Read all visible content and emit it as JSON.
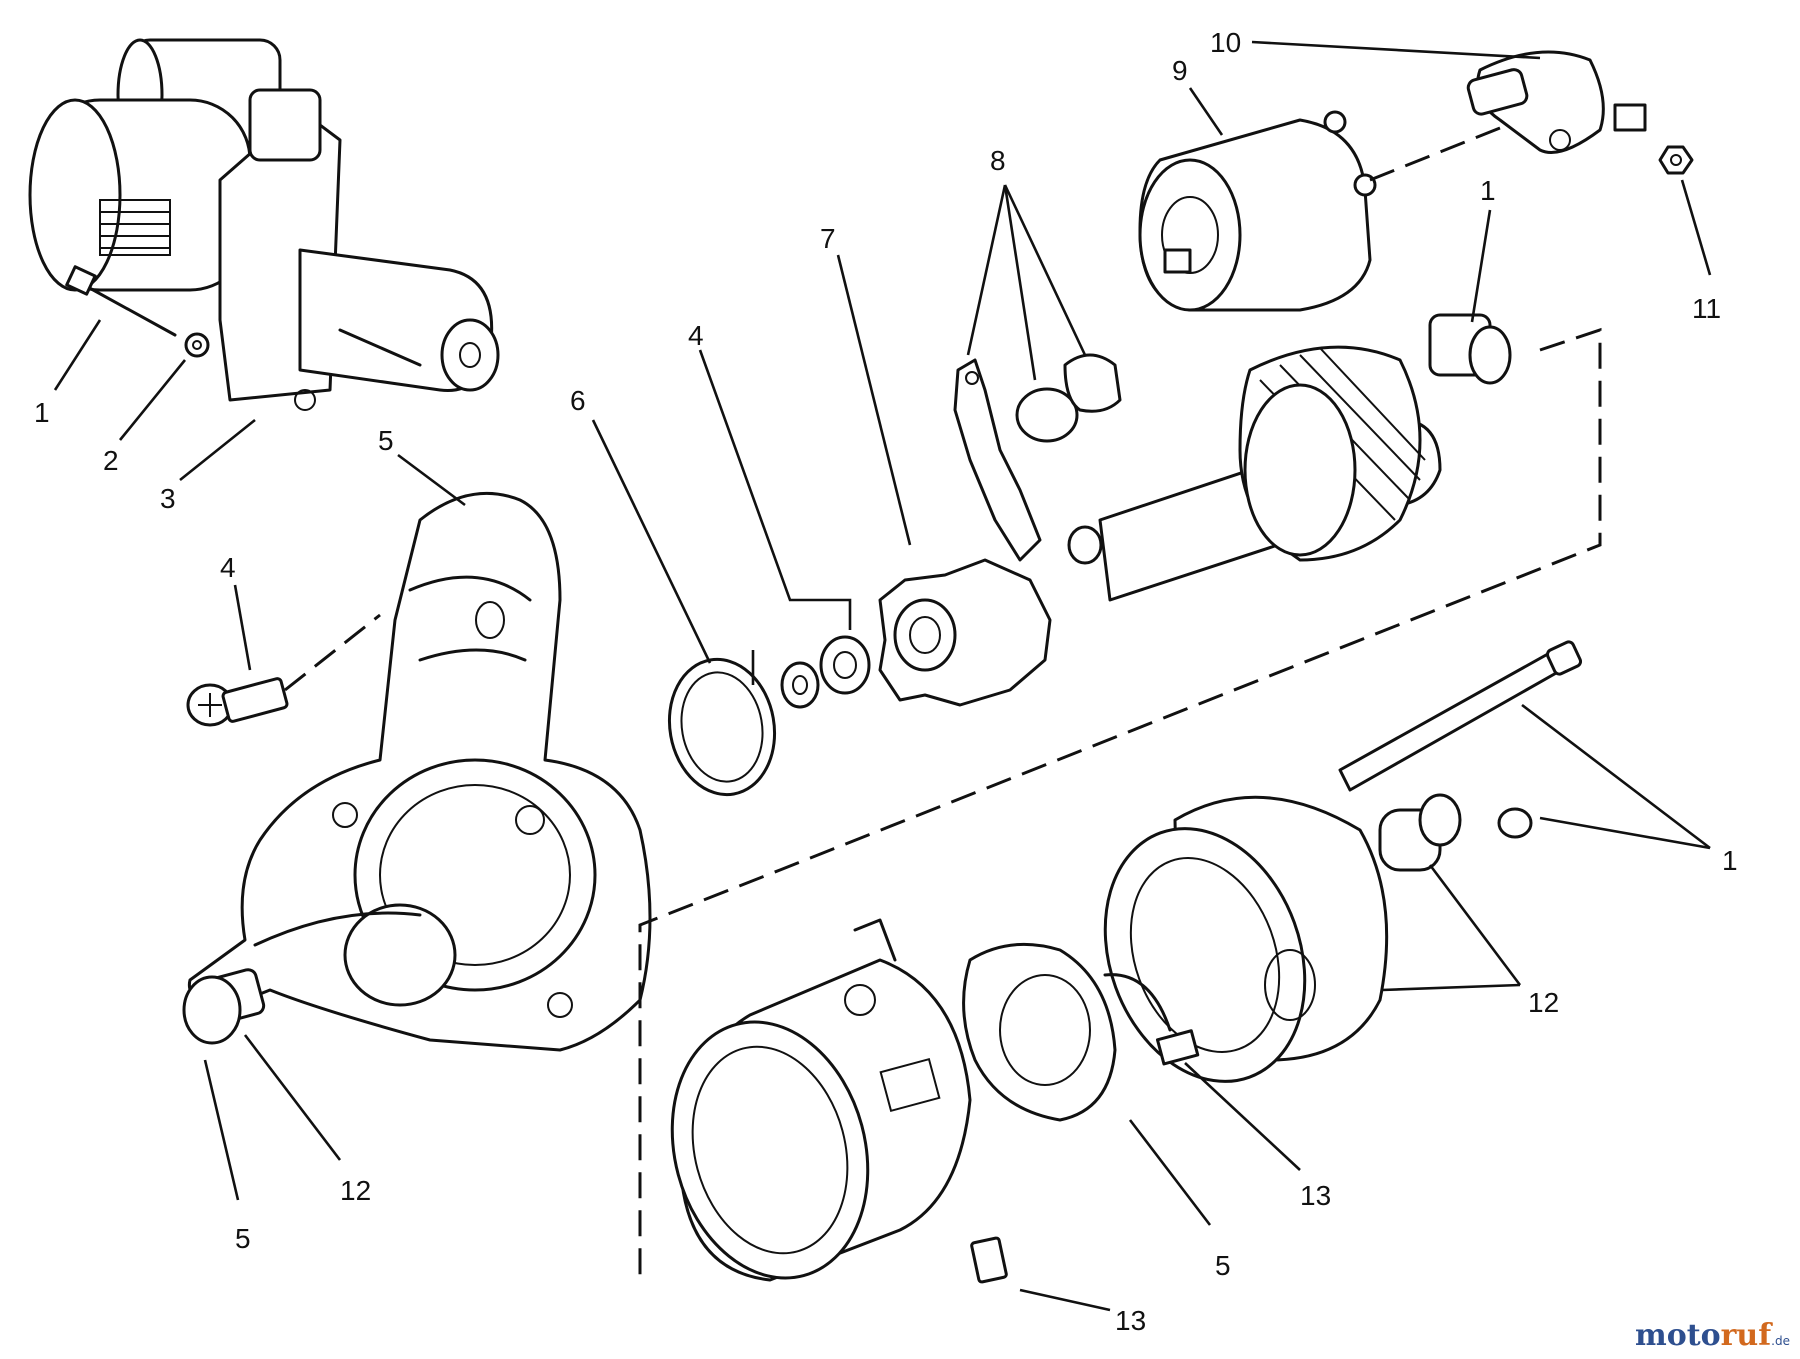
{
  "callouts": [
    {
      "id": "c1a",
      "text": "1"
    },
    {
      "id": "c2",
      "text": "2"
    },
    {
      "id": "c3",
      "text": "3"
    },
    {
      "id": "c5a",
      "text": "5"
    },
    {
      "id": "c4a",
      "text": "4"
    },
    {
      "id": "c6",
      "text": "6"
    },
    {
      "id": "c4b",
      "text": "4"
    },
    {
      "id": "c7",
      "text": "7"
    },
    {
      "id": "c8",
      "text": "8"
    },
    {
      "id": "c9",
      "text": "9"
    },
    {
      "id": "c10",
      "text": "10"
    },
    {
      "id": "c1b",
      "text": "1"
    },
    {
      "id": "c11",
      "text": "11"
    },
    {
      "id": "c1c",
      "text": "1"
    },
    {
      "id": "c12a",
      "text": "12"
    },
    {
      "id": "c13a",
      "text": "13"
    },
    {
      "id": "c5b",
      "text": "5"
    },
    {
      "id": "c12b",
      "text": "12"
    },
    {
      "id": "c5c",
      "text": "5"
    },
    {
      "id": "c13b",
      "text": "13"
    }
  ],
  "watermark": {
    "part1": "moto",
    "part2": "ruf",
    "suffix": ".de"
  }
}
